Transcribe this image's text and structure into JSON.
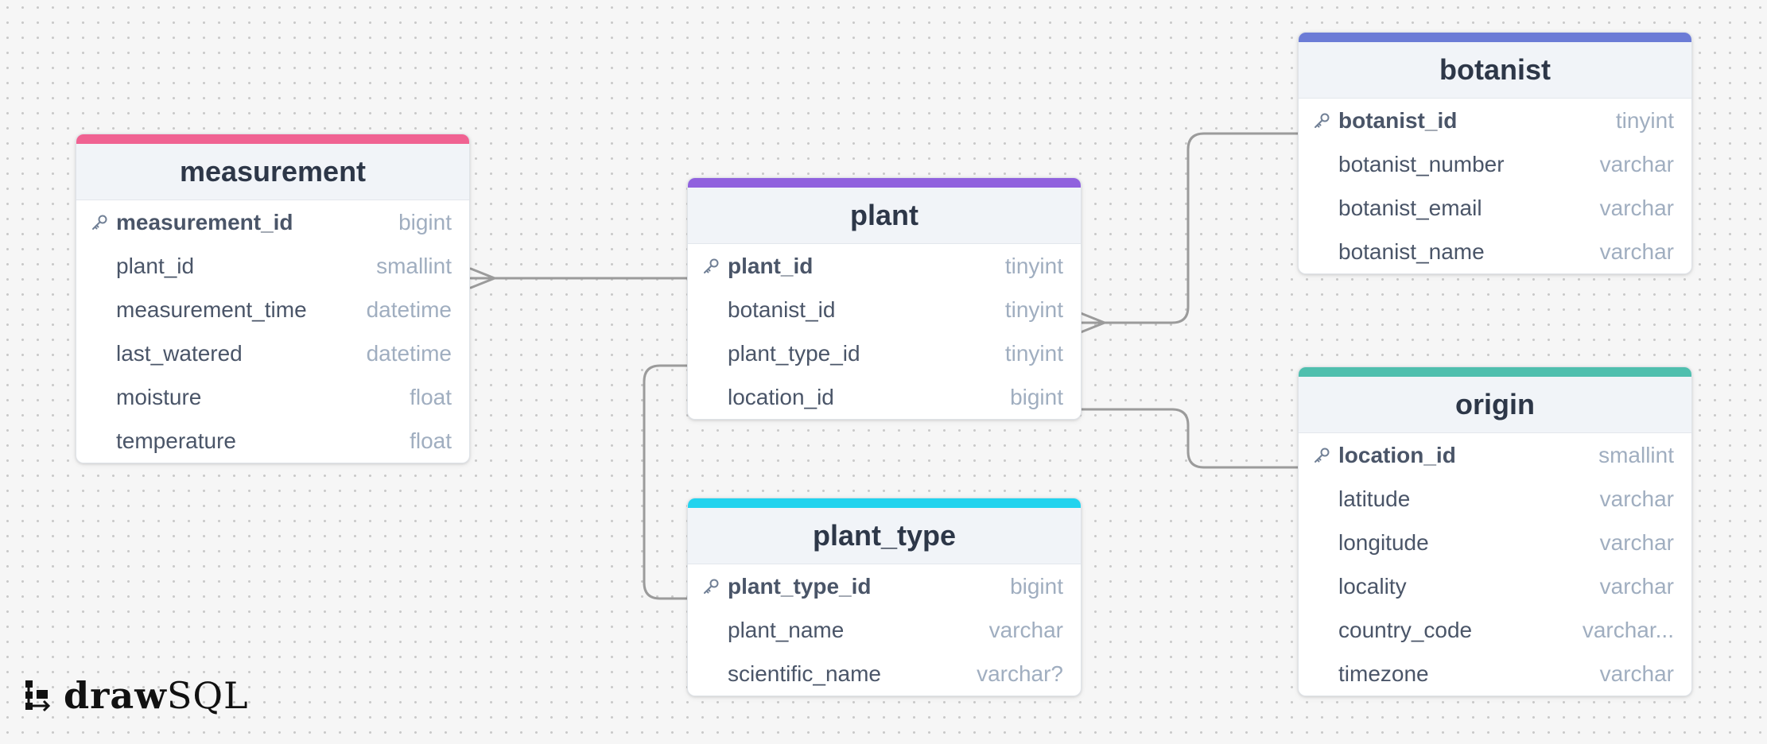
{
  "tables": {
    "measurement": {
      "title": "measurement",
      "color": "#f06292",
      "rows": [
        {
          "name": "measurement_id",
          "type": "bigint",
          "pk": true
        },
        {
          "name": "plant_id",
          "type": "smallint"
        },
        {
          "name": "measurement_time",
          "type": "datetime"
        },
        {
          "name": "last_watered",
          "type": "datetime"
        },
        {
          "name": "moisture",
          "type": "float"
        },
        {
          "name": "temperature",
          "type": "float"
        }
      ]
    },
    "plant": {
      "title": "plant",
      "color": "#9061de",
      "rows": [
        {
          "name": "plant_id",
          "type": "tinyint",
          "pk": true
        },
        {
          "name": "botanist_id",
          "type": "tinyint"
        },
        {
          "name": "plant_type_id",
          "type": "tinyint"
        },
        {
          "name": "location_id",
          "type": "bigint"
        }
      ]
    },
    "plant_type": {
      "title": "plant_type",
      "color": "#22d3ee",
      "rows": [
        {
          "name": "plant_type_id",
          "type": "bigint",
          "pk": true
        },
        {
          "name": "plant_name",
          "type": "varchar"
        },
        {
          "name": "scientific_name",
          "type": "varchar?"
        }
      ]
    },
    "botanist": {
      "title": "botanist",
      "color": "#6b7bd6",
      "rows": [
        {
          "name": "botanist_id",
          "type": "tinyint",
          "pk": true
        },
        {
          "name": "botanist_number",
          "type": "varchar"
        },
        {
          "name": "botanist_email",
          "type": "varchar"
        },
        {
          "name": "botanist_name",
          "type": "varchar"
        }
      ]
    },
    "origin": {
      "title": "origin",
      "color": "#4fbfae",
      "rows": [
        {
          "name": "location_id",
          "type": "smallint",
          "pk": true
        },
        {
          "name": "latitude",
          "type": "varchar"
        },
        {
          "name": "longitude",
          "type": "varchar"
        },
        {
          "name": "locality",
          "type": "varchar"
        },
        {
          "name": "country_code",
          "type": "varchar..."
        },
        {
          "name": "timezone",
          "type": "varchar"
        }
      ]
    }
  },
  "relationships": [
    {
      "from": "measurement.plant_id",
      "to": "plant.plant_id",
      "kind": "many-to-one"
    },
    {
      "from": "plant.botanist_id",
      "to": "botanist.botanist_id",
      "kind": "many-to-one"
    },
    {
      "from": "plant.location_id",
      "to": "origin.location_id",
      "kind": "one-to-one"
    },
    {
      "from": "plant.plant_type_id",
      "to": "plant_type.plant_type_id",
      "kind": "one-to-one"
    }
  ],
  "logo": {
    "part1": "draw",
    "part2": "SQL"
  },
  "colors": {
    "connector": "#9b9b9b",
    "key_icon": "#718096"
  }
}
